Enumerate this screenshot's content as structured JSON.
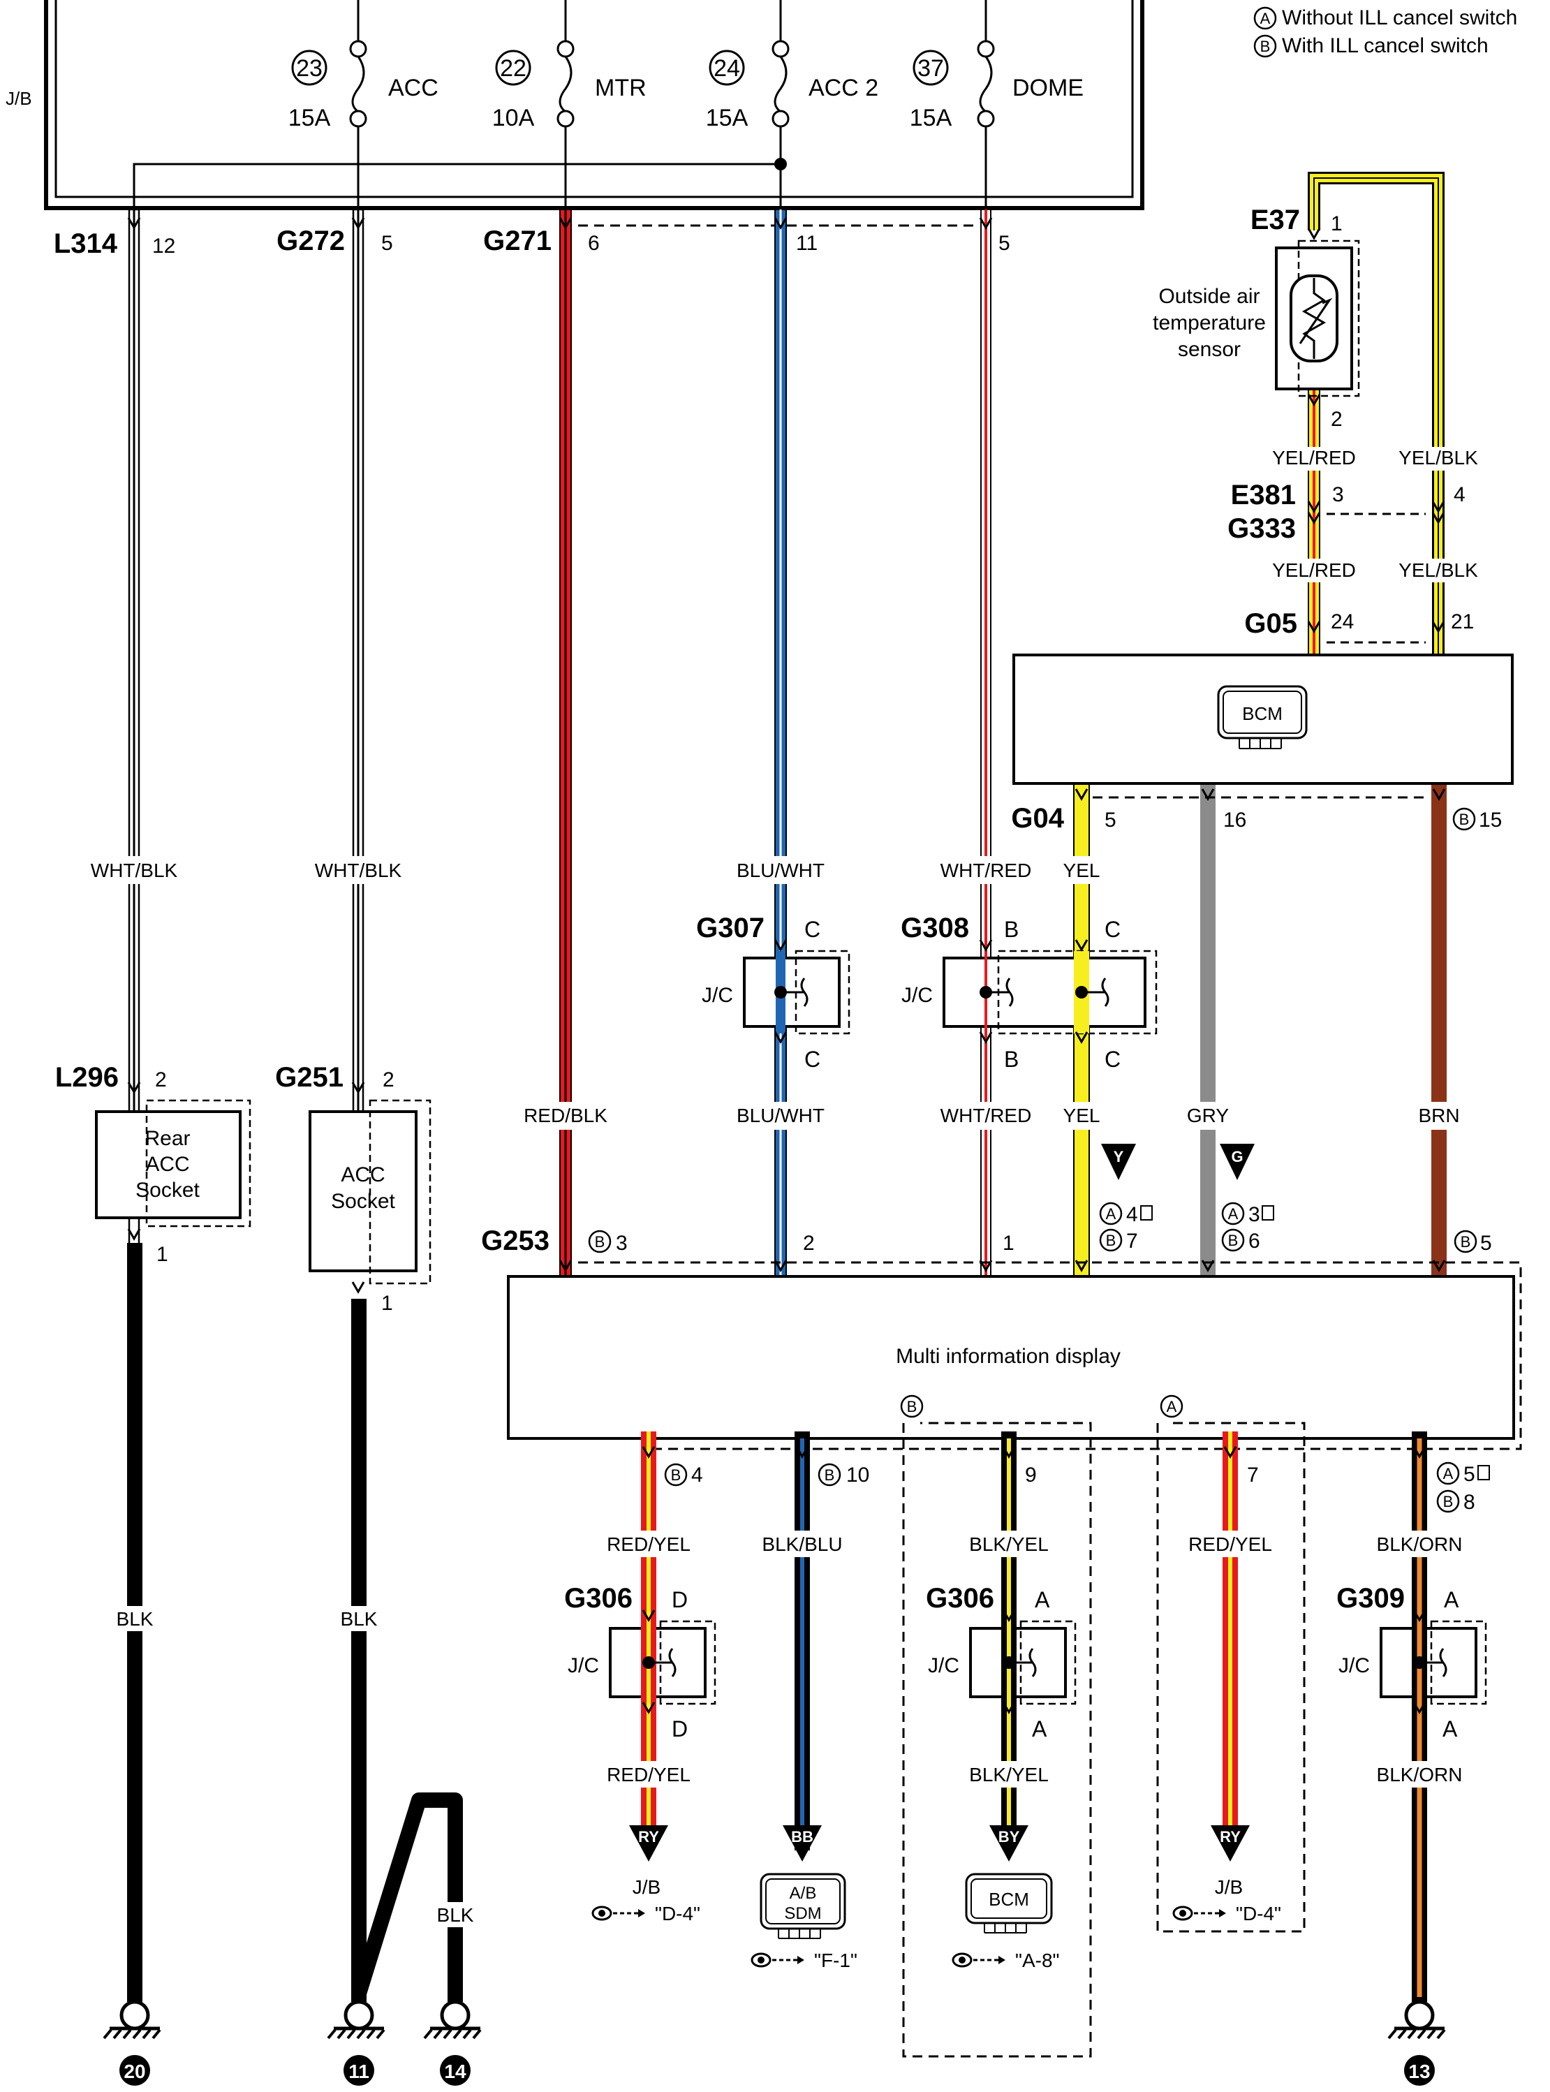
{
  "legend": {
    "a_mark": "A",
    "a_text": "Without ILL cancel switch",
    "b_mark": "B",
    "b_text": "With ILL cancel switch"
  },
  "jb_label": "J/B",
  "fuses": [
    {
      "no": "23",
      "amp": "15A",
      "name": "ACC"
    },
    {
      "no": "22",
      "amp": "10A",
      "name": "MTR"
    },
    {
      "no": "24",
      "amp": "15A",
      "name": "ACC 2"
    },
    {
      "no": "37",
      "amp": "15A",
      "name": "DOME"
    }
  ],
  "top_connectors": [
    {
      "id": "L314",
      "pin": "12"
    },
    {
      "id": "G272",
      "pin": "5"
    },
    {
      "id": "G271",
      "pin": "6"
    },
    {
      "pin": "11"
    },
    {
      "pin": "5"
    }
  ],
  "wire_colors": {
    "wht_blk": "WHT/BLK",
    "red_blk": "RED/BLK",
    "blu_wht": "BLU/WHT",
    "wht_red": "WHT/RED",
    "yel": "YEL",
    "gry": "GRY",
    "brn": "BRN",
    "blk": "BLK",
    "red_yel": "RED/YEL",
    "blk_blu": "BLK/BLU",
    "blk_yel": "BLK/YEL",
    "blk_orn": "BLK/ORN",
    "yel_red": "YEL/RED",
    "yel_blk": "YEL/BLK"
  },
  "sensor": {
    "connector": "E37",
    "pin1": "1",
    "pin2": "2",
    "label_lines": [
      "Outside air",
      "temperature",
      "sensor"
    ]
  },
  "e381": {
    "id1": "E381",
    "id2": "G333",
    "pin_a": "3",
    "pin_b": "4"
  },
  "bcm": {
    "connector_in": "G05",
    "pin_in_a": "24",
    "pin_in_b": "21",
    "label": "BCM",
    "connector_out": "G04",
    "pin_yel": "5",
    "pin_gry": "16",
    "pin_brn": "15"
  },
  "jc_label": "J/C",
  "g307": {
    "id": "G307",
    "pin": "C"
  },
  "g308": {
    "id": "G308",
    "pin_b": "B",
    "pin_c": "C"
  },
  "left_devices": [
    {
      "connector": "L296",
      "pin_top": "2",
      "pin_bot": "1",
      "label_lines": [
        "Rear",
        "ACC",
        "Socket"
      ]
    },
    {
      "connector": "G251",
      "pin_top": "2",
      "pin_bot": "1",
      "label_lines": [
        "ACC",
        "Socket"
      ]
    }
  ],
  "ground_refs": {
    "y": "Y",
    "g": "G",
    "y_pins": [
      "4",
      "7"
    ],
    "g_pins": [
      "3",
      "6"
    ]
  },
  "mid": {
    "connector": "G253",
    "label": "Multi information display",
    "pin_redblk": "3",
    "pin_bluwht": "2",
    "pin_whtred": "1",
    "pin_yel": "7",
    "pin_gry": "6",
    "pin_brn": "5"
  },
  "mid_bottom_pins": {
    "p_redyel_b": "4",
    "p_blkblu": "10",
    "p_blkyel": "9",
    "p_redyel_a": "7",
    "p_blkorn_a": "5",
    "p_blkorn_b": "8"
  },
  "bottom_jc": [
    {
      "id": "G306",
      "pin": "D"
    },
    {
      "id": "G306",
      "pin": "A"
    },
    {
      "id": "G309",
      "pin": "A"
    }
  ],
  "destinations": [
    {
      "tag": "RY",
      "box": "J/B",
      "ref": "\"D-4\""
    },
    {
      "tag": "BB",
      "box_lines": [
        "A/B",
        "SDM"
      ],
      "ref": "\"F-1\""
    },
    {
      "tag": "BY",
      "box": "BCM",
      "ref": "\"A-8\""
    },
    {
      "tag": "RY",
      "box": "J/B",
      "ref": "\"D-4\""
    }
  ],
  "grounds": [
    "20",
    "11",
    "14",
    "13"
  ],
  "colors": {
    "red": "#e8191c",
    "blue": "#2166b3",
    "yellow": "#f7ee1f",
    "gray": "#8b8b8b",
    "brown": "#8b3318",
    "orange": "#f0892e",
    "navy": "#12326b",
    "black": "#000000"
  }
}
